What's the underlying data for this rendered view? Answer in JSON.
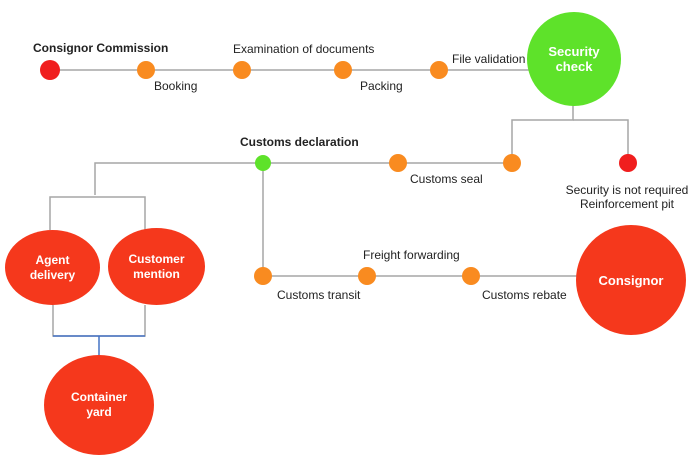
{
  "labels": {
    "consignor_commission": "Consignor Commission",
    "booking": "Booking",
    "examination": "Examination of documents",
    "packing": "Packing",
    "file_validation": "File validation",
    "customs_declaration": "Customs declaration",
    "customs_seal": "Customs seal",
    "security_not_required": "Security is not required\nReinforcement pit",
    "freight_forwarding": "Freight forwarding",
    "customs_transit": "Customs transit",
    "customs_rebate": "Customs rebate"
  },
  "big_nodes": {
    "security_check": "Security\ncheck",
    "agent_delivery": "Agent\ndelivery",
    "customer_mention": "Customer\nmention",
    "container_yard": "Container\nyard",
    "consignor": "Consignor"
  },
  "colors": {
    "start": "#f01e1e",
    "step": "#f98b20",
    "green": "#5ee22a",
    "large": "#f5381c",
    "line": "#a6a6a6",
    "blue_line": "#4472c4"
  }
}
